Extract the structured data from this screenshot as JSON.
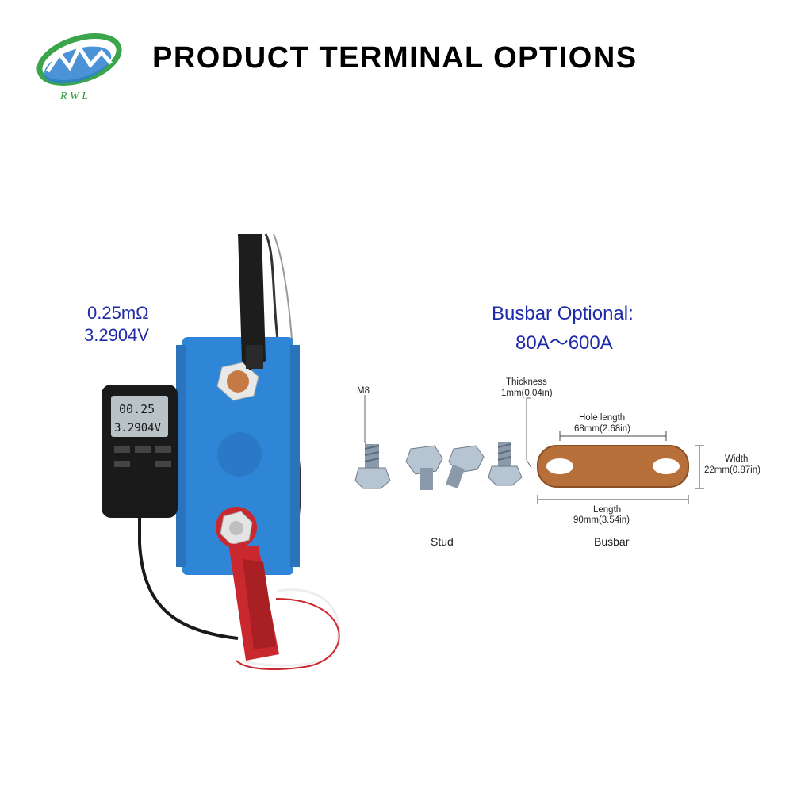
{
  "header": {
    "title": "PRODUCT TERMINAL OPTIONS",
    "logo_text": "R W L"
  },
  "measurement": {
    "resistance": "0.25mΩ",
    "voltage": "3.2904V",
    "meter_line1": "00.25",
    "meter_line2": "3.2904V"
  },
  "busbar_info": {
    "heading": "Busbar Optional:",
    "range": "80A～600A"
  },
  "stud": {
    "thread_label": "M8",
    "caption": "Stud"
  },
  "busbar": {
    "thickness_label": "Thickness",
    "thickness_value": "1mm(0.04in)",
    "hole_label": "Hole length",
    "hole_value": "68mm(2.68in)",
    "width_label": "Width",
    "width_value": "22mm(0.87in)",
    "length_label": "Length",
    "length_value": "90mm(3.54in)",
    "caption": "Busbar"
  },
  "colors": {
    "accent_blue": "#1f2aa8",
    "cell_blue": "#2f86d6",
    "copper": "#b8703a",
    "clip_red": "#c8282e"
  }
}
